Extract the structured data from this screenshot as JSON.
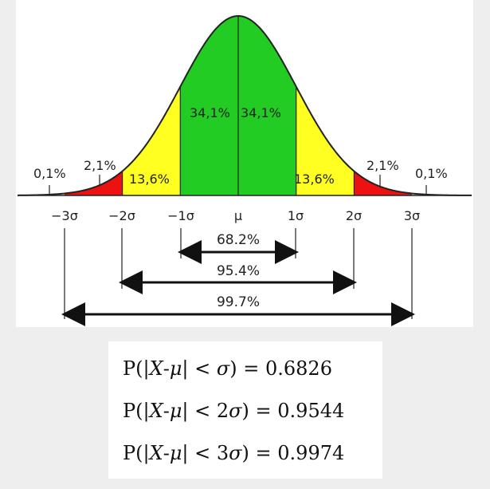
{
  "colors": {
    "center_band": "#22cc22",
    "middle_band": "#ffff22",
    "outer_band": "#ee1111",
    "curve": "#222222"
  },
  "bands": {
    "within_1": "34,1%",
    "within_1_right": "34,1%",
    "between_1_2_left": "13,6%",
    "between_1_2_right": "13,6%",
    "between_2_3_left": "2,1%",
    "between_2_3_right": "2,1%",
    "beyond_3_left": "0,1%",
    "beyond_3_right": "0,1%"
  },
  "axis_ticks": [
    "−3σ",
    "−2σ",
    "−1σ",
    "μ",
    "1σ",
    "2σ",
    "3σ"
  ],
  "spans": {
    "one_sigma": "68.2%",
    "two_sigma": "95.4%",
    "three_sigma": "99.7%"
  },
  "formulas": [
    {
      "lhs_start": "P(|",
      "var_x": "X",
      "dash": "-",
      "var_mu": "μ",
      "lhs_mid": "| < ",
      "coef": "",
      "var_sigma": "σ",
      "rhs": ") = 0.6826"
    },
    {
      "lhs_start": "P(|",
      "var_x": "X",
      "dash": "-",
      "var_mu": "μ",
      "lhs_mid": "| < ",
      "coef": "2",
      "var_sigma": "σ",
      "rhs": ") = 0.9544"
    },
    {
      "lhs_start": "P(|",
      "var_x": "X",
      "dash": "-",
      "var_mu": "μ",
      "lhs_mid": "| < ",
      "coef": "3",
      "var_sigma": "σ",
      "rhs": ") = 0.9974"
    }
  ]
}
